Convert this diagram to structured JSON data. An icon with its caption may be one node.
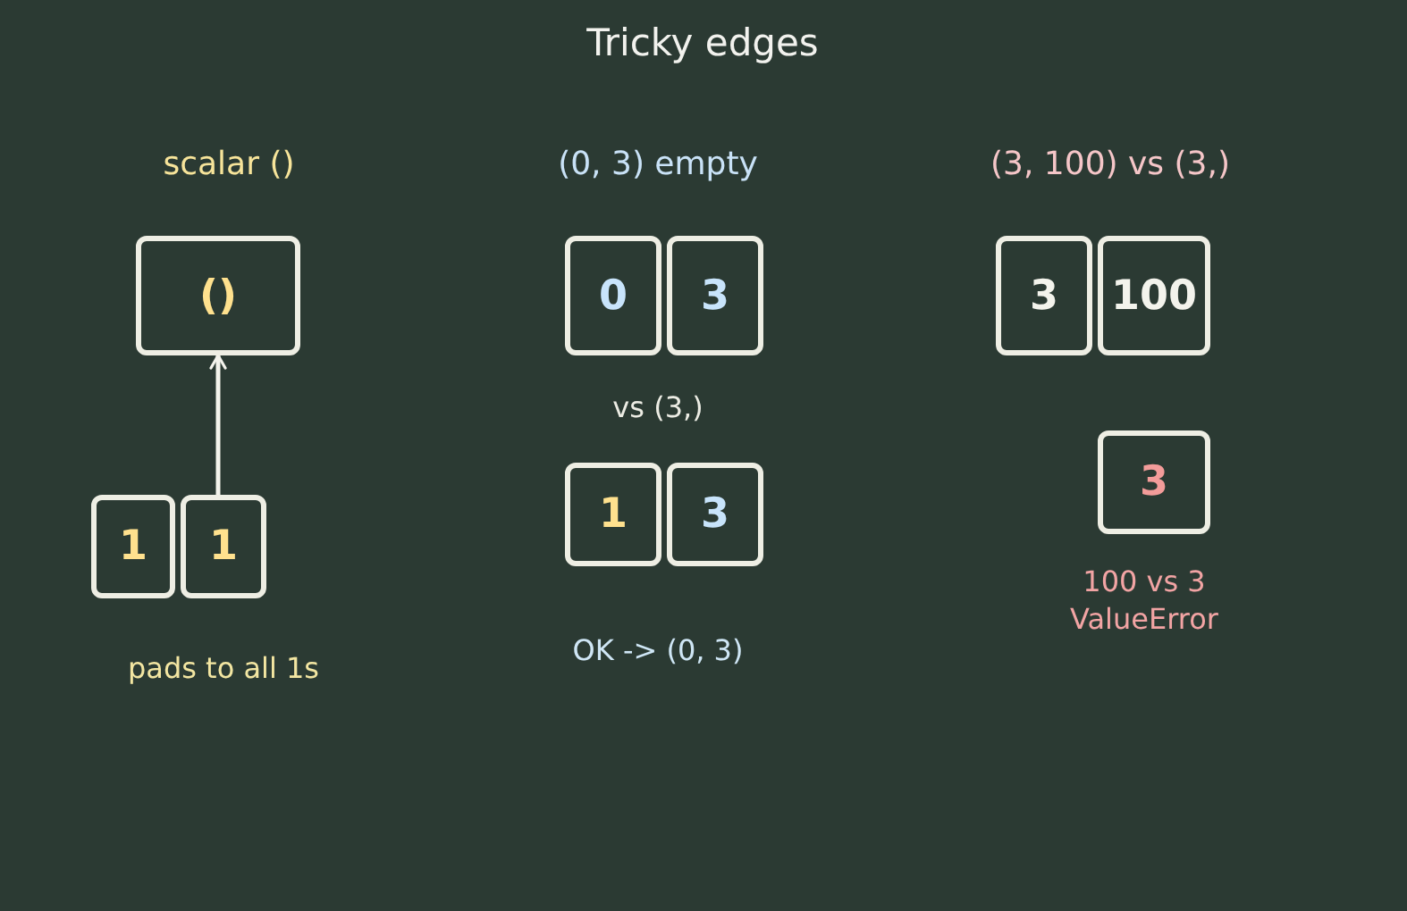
{
  "diagram": {
    "title": "Tricky edges",
    "nodes": [
      {
        "text": [
          "()"
        ]
      },
      {
        "text": [
          "1"
        ]
      },
      {
        "text": [
          "1"
        ]
      },
      {
        "text": [
          "0"
        ]
      },
      {
        "text": [
          "3"
        ]
      },
      {
        "text": [
          "1"
        ]
      },
      {
        "text": [
          "3"
        ]
      },
      {
        "text": [
          "3"
        ]
      },
      {
        "text": [
          "100"
        ]
      },
      {
        "text": [
          "3"
        ]
      }
    ],
    "edges": [
      {
        "from": 2,
        "to": 0,
        "arrow": "to"
      }
    ],
    "labels": [
      "scalar ()",
      "pads to all 1s",
      "(0, 3) empty",
      "vs (3,)",
      "OK -> (0, 3)",
      "(3, 100) vs (3,)",
      "100 vs 3 ValueError"
    ]
  }
}
